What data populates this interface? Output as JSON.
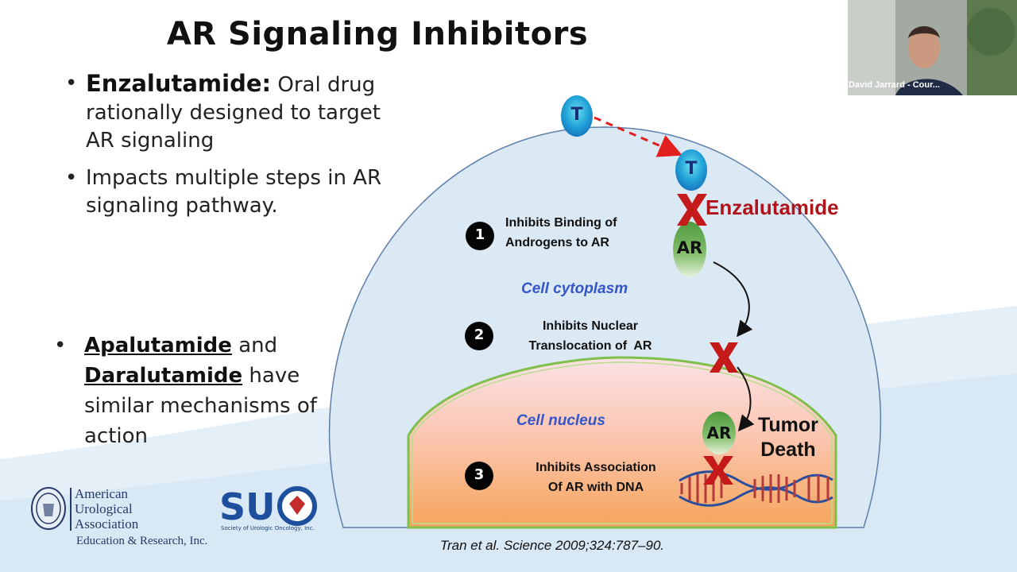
{
  "slide": {
    "title": "AR Signaling Inhibitors",
    "bullet1_bold": "Enzalutamide:",
    "bullet1_text": " Oral drug rationally designed to target AR signaling",
    "bullet2_text": "Impacts multiple steps in AR signaling pathway.",
    "bullet3_drug1": "Apalutamide",
    "bullet3_and": " and ",
    "bullet3_drug2": "Daralutamide",
    "bullet3_rest": " have similar mechanisms of action",
    "citation": "Tran et al. Science 2009;324:787–90."
  },
  "diagram": {
    "t_label": "T",
    "ar_label": "AR",
    "enzalutamide_label": "Enzalutamide",
    "cytoplasm_label": "Cell cytoplasm",
    "nucleus_label": "Cell nucleus",
    "tumor_line1": "Tumor",
    "tumor_line2": "Death",
    "steps": [
      {
        "num": "1",
        "line1": "Inhibits Binding of",
        "line2": "Androgens to AR"
      },
      {
        "num": "2",
        "line1": "Inhibits Nuclear",
        "line2": "Translocation of  AR"
      },
      {
        "num": "3",
        "line1": "Inhibits Association",
        "line2": "Of AR with DNA"
      }
    ],
    "x_mark": "X"
  },
  "logos": {
    "aua_name": "American Urological Association",
    "aua_line1": "American",
    "aua_line2": "Urological",
    "aua_line3": "Association",
    "aua_sub": "Education & Research, Inc.",
    "suo_name": "SUO",
    "suo_sub": "Society of Urologic Oncology, Inc."
  },
  "video": {
    "participant_name": "David Jarrard - Cour..."
  },
  "colors": {
    "accent_red": "#c41a1a",
    "nucleus_border": "#7fbf4a",
    "label_blue": "#3556c8",
    "dark_red_text": "#b0141a"
  }
}
